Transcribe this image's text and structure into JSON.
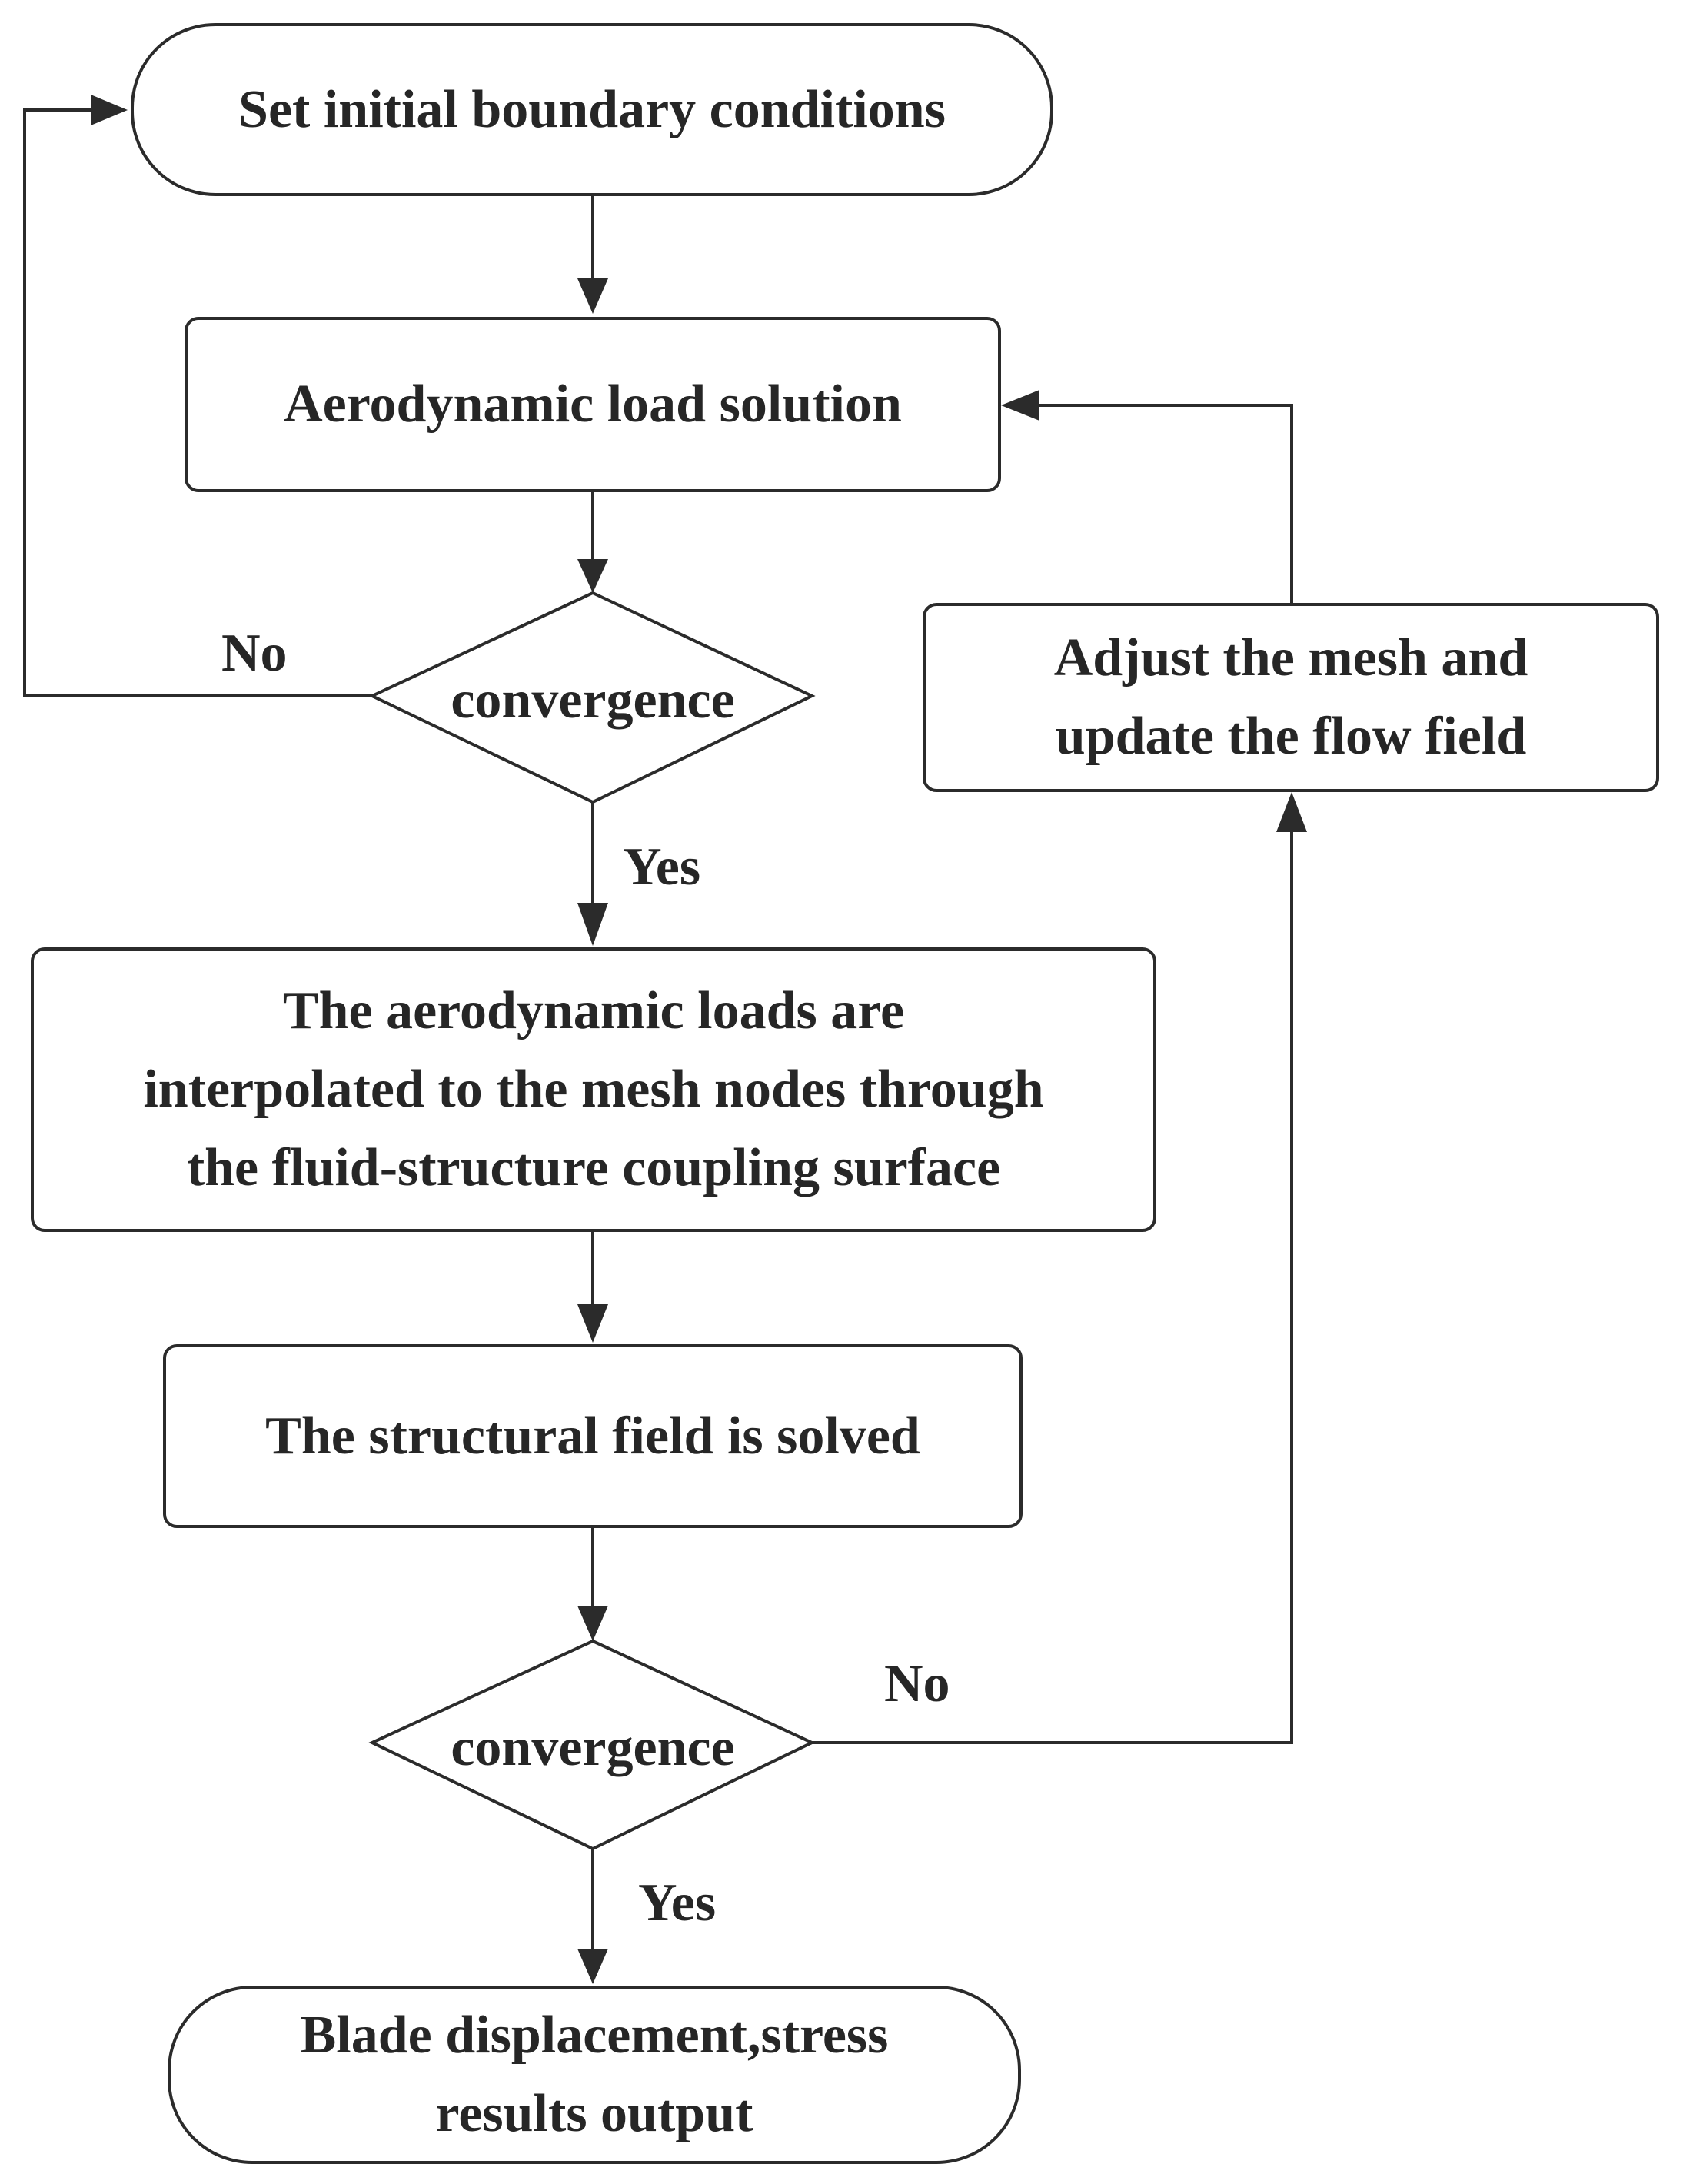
{
  "nodes": {
    "start": {
      "line1": "Set initial boundary conditions"
    },
    "aero": {
      "line1": "Aerodynamic load solution"
    },
    "conv1": {
      "label": "convergence"
    },
    "adjust": {
      "line1": "Adjust the mesh and",
      "line2": "update the flow field"
    },
    "interp": {
      "line1": "The aerodynamic loads are",
      "line2": "interpolated to the mesh nodes through",
      "line3": "the fluid-structure coupling surface"
    },
    "struct": {
      "line1": "The structural field is solved"
    },
    "conv2": {
      "label": "convergence"
    },
    "output": {
      "line1": "Blade displacement,stress",
      "line2": "results output"
    }
  },
  "edges": {
    "conv1_no": "No",
    "conv1_yes": "Yes",
    "conv2_no": "No",
    "conv2_yes": "Yes"
  }
}
